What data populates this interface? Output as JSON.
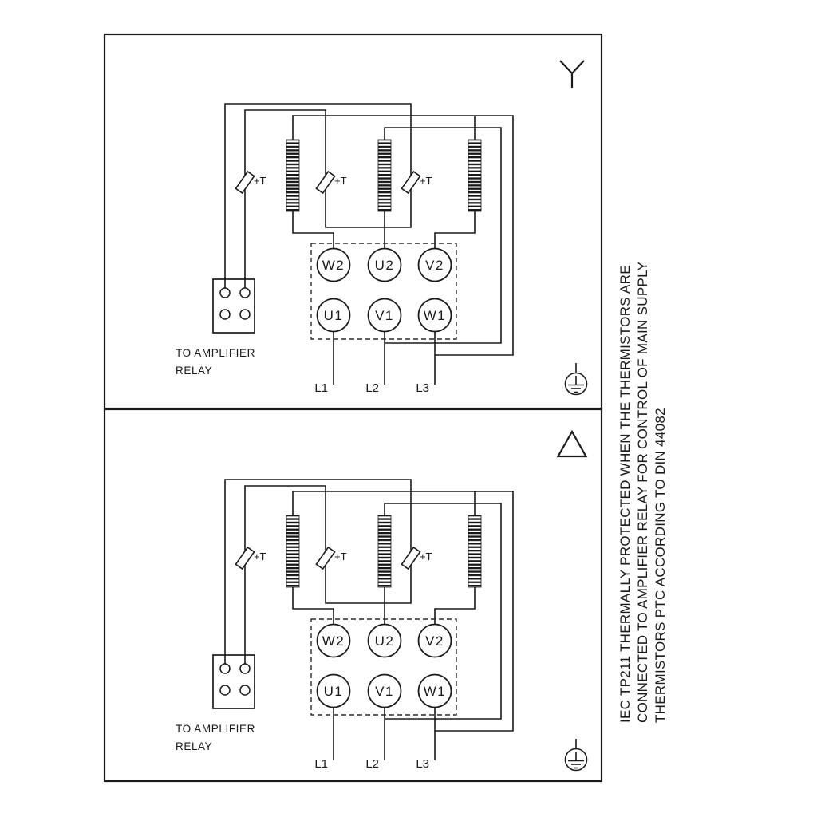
{
  "diagram": {
    "panel_top": {
      "connection": "star"
    },
    "panel_bottom": {
      "connection": "delta"
    },
    "terminal_labels": {
      "top": [
        "W2",
        "U2",
        "V2"
      ],
      "bottom": [
        "U1",
        "V1",
        "W1"
      ]
    },
    "supply_labels": [
      "L1",
      "L2",
      "L3"
    ],
    "thermistor_label": "+T",
    "relay_caption": {
      "line1": "TO AMPLIFIER",
      "line2": "RELAY"
    }
  },
  "sidebar": {
    "note_lines": [
      "IEC TP211 THERMALLY PROTECTED WHEN THE THERMISTORS ARE",
      "CONNECTED TO AMPLIFIER RELAY FOR CONTROL OF MAIN SUPPLY",
      "THERMISTORS PTC ACCORDING TO DIN 44082"
    ]
  },
  "colors": {
    "line": "#1a1a1a",
    "background": "#ffffff"
  }
}
